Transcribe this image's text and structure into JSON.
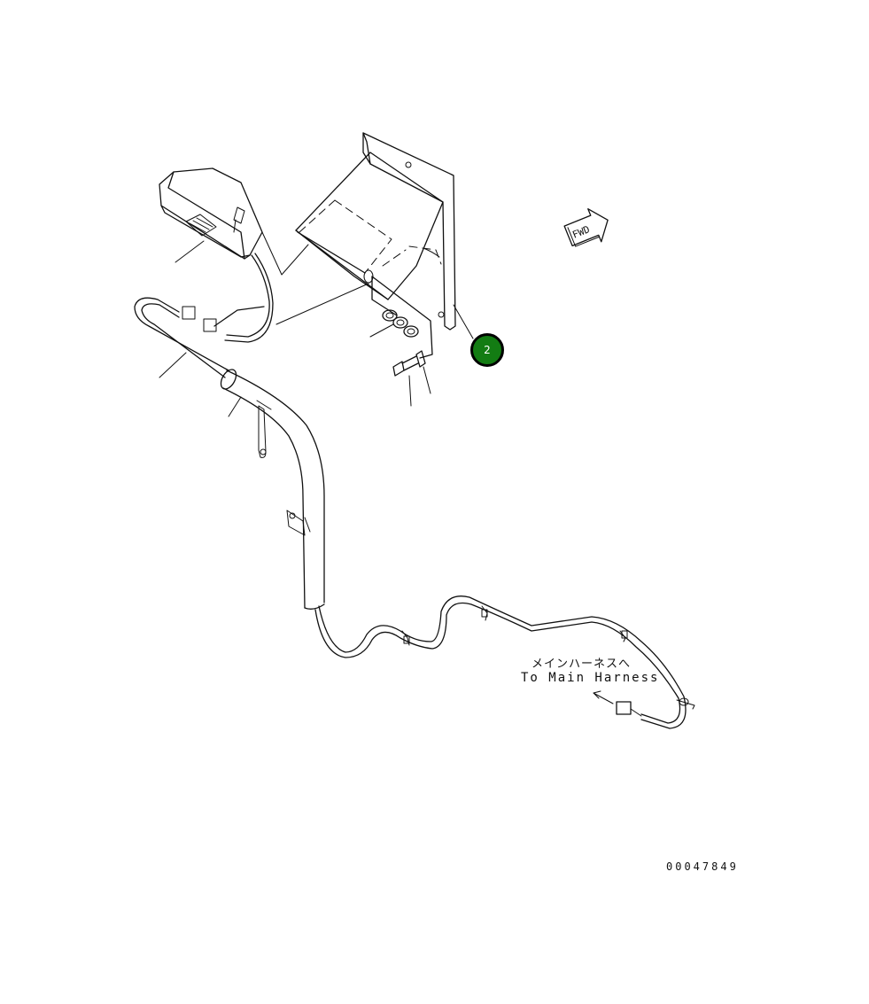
{
  "labels": {
    "harness_jp": "メインハーネスへ",
    "harness_en": "To Main Harness",
    "fwd": "FWD",
    "drawing_number": "00047849"
  },
  "callouts": [
    {
      "number": "2",
      "color": "#137c13"
    }
  ],
  "colors": {
    "line": "#111111",
    "background": "#ffffff",
    "callout_fill": "#137c13"
  }
}
